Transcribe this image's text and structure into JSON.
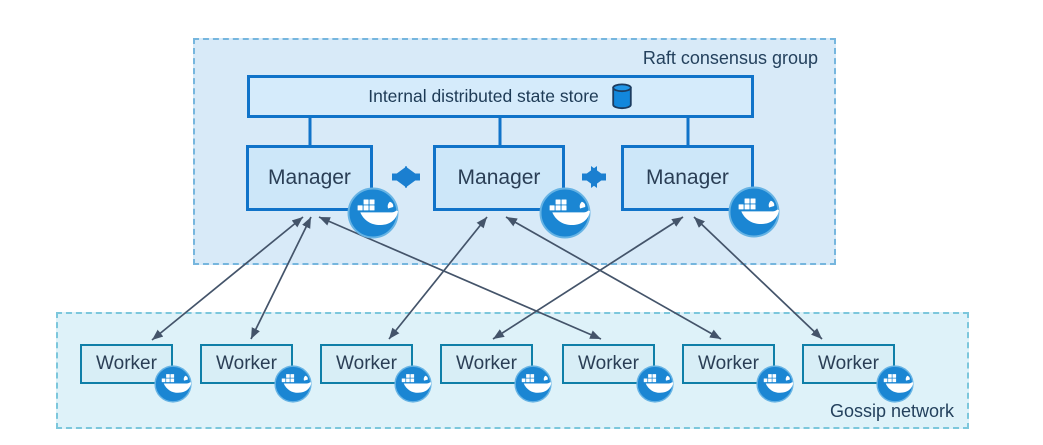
{
  "diagram": {
    "raft_group_label": "Raft consensus group",
    "gossip_network_label": "Gossip network",
    "state_store": {
      "label": "Internal distributed state store",
      "icon": "database-cylinder-icon"
    },
    "managers": [
      {
        "id": "manager-1",
        "label": "Manager",
        "badge_icon": "docker-whale-icon"
      },
      {
        "id": "manager-2",
        "label": "Manager",
        "badge_icon": "docker-whale-icon"
      },
      {
        "id": "manager-3",
        "label": "Manager",
        "badge_icon": "docker-whale-icon"
      }
    ],
    "workers": [
      {
        "id": "worker-1",
        "label": "Worker",
        "badge_icon": "docker-whale-icon"
      },
      {
        "id": "worker-2",
        "label": "Worker",
        "badge_icon": "docker-whale-icon"
      },
      {
        "id": "worker-3",
        "label": "Worker",
        "badge_icon": "docker-whale-icon"
      },
      {
        "id": "worker-4",
        "label": "Worker",
        "badge_icon": "docker-whale-icon"
      },
      {
        "id": "worker-5",
        "label": "Worker",
        "badge_icon": "docker-whale-icon"
      },
      {
        "id": "worker-6",
        "label": "Worker",
        "badge_icon": "docker-whale-icon"
      },
      {
        "id": "worker-7",
        "label": "Worker",
        "badge_icon": "docker-whale-icon"
      }
    ],
    "edges": [
      {
        "from": "internal-state-store",
        "to": "manager-1",
        "style": "line"
      },
      {
        "from": "internal-state-store",
        "to": "manager-2",
        "style": "line"
      },
      {
        "from": "internal-state-store",
        "to": "manager-3",
        "style": "line"
      },
      {
        "from": "manager-1",
        "to": "manager-2",
        "style": "thick-double-arrow"
      },
      {
        "from": "manager-2",
        "to": "manager-3",
        "style": "thick-double-arrow"
      },
      {
        "from": "manager-1",
        "to": "worker-1",
        "style": "double-arrow"
      },
      {
        "from": "manager-1",
        "to": "worker-2",
        "style": "double-arrow"
      },
      {
        "from": "manager-1",
        "to": "worker-5",
        "style": "double-arrow"
      },
      {
        "from": "manager-2",
        "to": "worker-3",
        "style": "double-arrow"
      },
      {
        "from": "manager-2",
        "to": "worker-6",
        "style": "double-arrow"
      },
      {
        "from": "manager-3",
        "to": "worker-4",
        "style": "double-arrow"
      },
      {
        "from": "manager-3",
        "to": "worker-7",
        "style": "double-arrow"
      }
    ],
    "colors": {
      "raft_container_fill": "#d8eaf8",
      "raft_container_border": "#76b6de",
      "gossip_container_fill": "#def2f9",
      "gossip_container_border": "#7cc7dc",
      "manager_box_fill": "#cde7f9",
      "manager_box_border": "#1073c9",
      "store_box_fill": "#d5ebfb",
      "worker_box_fill": "#d8eef6",
      "worker_box_border": "#0f7fa8",
      "thick_arrow": "#1b7fd0",
      "thin_arrow": "#44546a",
      "docker_badge_fill": "#1b86d3",
      "text": "#25425e"
    }
  }
}
